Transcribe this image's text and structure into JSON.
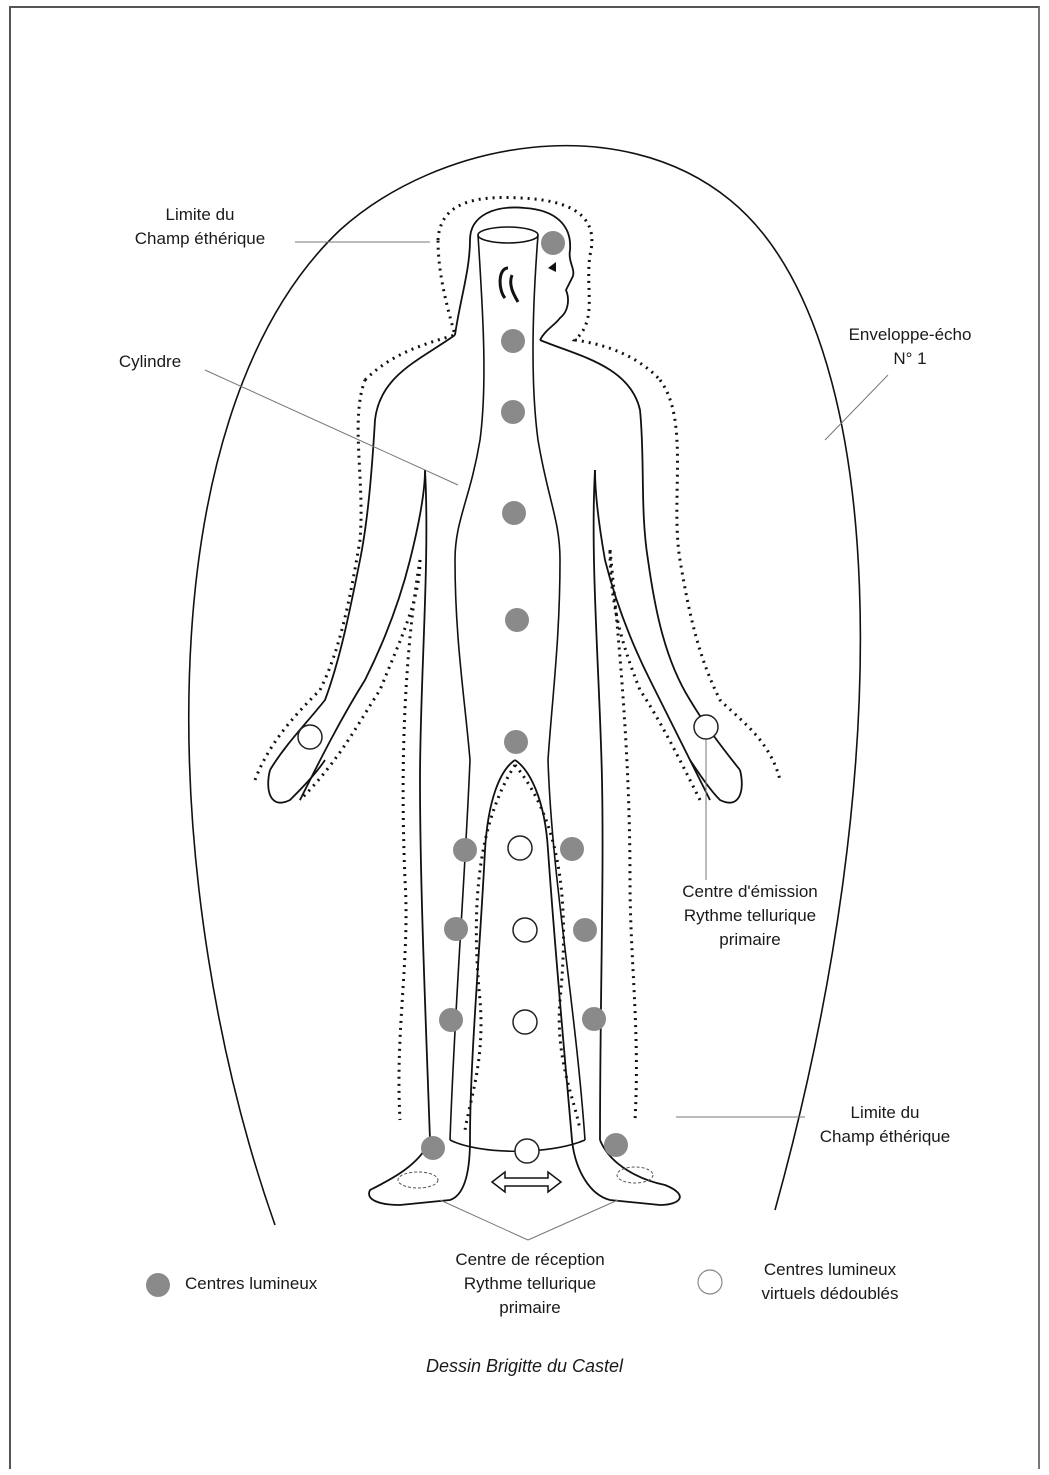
{
  "labels": {
    "limite_top": [
      "Limite du",
      "Champ éthérique"
    ],
    "cylindre": "Cylindre",
    "enveloppe": [
      "Enveloppe-écho",
      "N° 1"
    ],
    "centre_emission": [
      "Centre d'émission",
      "Rythme tellurique",
      "primaire"
    ],
    "limite_bottom": [
      "Limite du",
      "Champ éthérique"
    ],
    "centre_reception": [
      "Centre de réception",
      "Rythme tellurique",
      "primaire"
    ]
  },
  "legend": {
    "filled": "Centres lumineux",
    "hollow": [
      "Centres lumineux",
      "virtuels dédoublés"
    ]
  },
  "credit": "Dessin Brigitte du Castel",
  "colors": {
    "filled_center": "#8a8a8a",
    "line": "#111111",
    "leader": "#777777"
  }
}
